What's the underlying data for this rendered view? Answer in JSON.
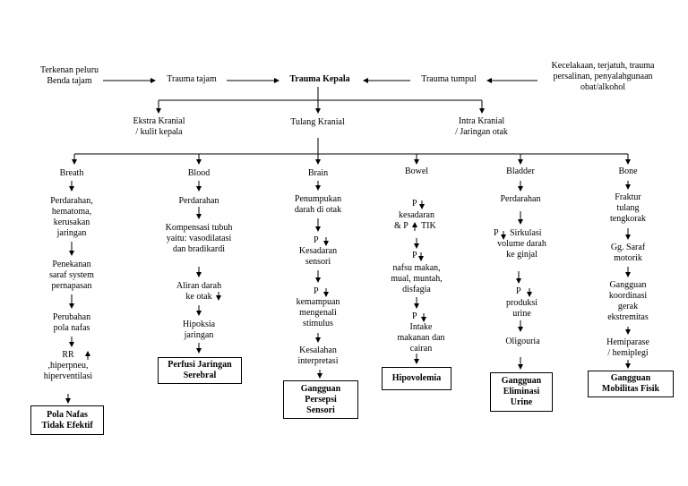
{
  "diagram": {
    "top": {
      "causes_left": "Terkenan peluru\nBenda tajam",
      "trauma_tajam": "Trauma tajam",
      "trauma_kepala": "Trauma Kepala",
      "trauma_tumpul": "Trauma tumpul",
      "causes_right": "Kecelakaan, terjatuh, trauma\npersalinan, penyalahgunaan\nobat/alkohol"
    },
    "level2": {
      "ekstra": "Ekstra Kranial\n/ kulit kepala",
      "tulang": "Tulang Kranial",
      "intra": "Intra Kranial\n/ Jaringan otak"
    },
    "columns": {
      "breath": {
        "title": "Breath",
        "s1": "Perdarahan,\nhematoma,\nkerusakan\njaringan",
        "s2": "Penekanan\nsaraf system\npernapasan",
        "s3": "Perubahan\npola nafas",
        "s4": "RR\n,hiperpneu,\nhiperventilasi",
        "dx": "Pola Nafas\nTidak Efektif"
      },
      "blood": {
        "title": "Blood",
        "s1": "Perdarahan",
        "s2": "Kompensasi tubuh\nyaitu: vasodilatasi\ndan bradikardi",
        "s3": "Aliran darah\nke otak",
        "s4": "Hipoksia\njaringan",
        "dx": "Perfusi Jaringan\nSerebral"
      },
      "brain": {
        "title": "Brain",
        "s1": "Penumpukan\ndarah di otak",
        "s2a": "P",
        "s2b": "Kesadaran\nsensori",
        "s3a": "P",
        "s3b": "kemampuan\nmengenali\nstimulus",
        "s4": "Kesalahan\ninterpretasi",
        "dx": "Gangguan\nPersepsi\nSensori"
      },
      "bowel": {
        "title": "Bowel",
        "s1a": "P",
        "s1b": "kesadaran",
        "s1c": "& P",
        "s1d": "TIK",
        "s2a": "P",
        "s2b": "nafsu makan,\nmual, muntah,\ndisfagia",
        "s3a": "P",
        "s3b": "Intake\nmakanan dan\ncairan",
        "dx": "Hipovolemia"
      },
      "bladder": {
        "title": "Bladder",
        "s1": "Perdarahan",
        "s2a": "P",
        "s2b": "Sirkulasi",
        "s2c": "volume darah\nke ginjal",
        "s3a": "P",
        "s3b": "produksi\nurine",
        "s4": "Oligouria",
        "dx": "Gangguan\nEliminasi\nUrine"
      },
      "bone": {
        "title": "Bone",
        "s1": "Fraktur\ntulang\ntengkorak",
        "s2": "Gg. Saraf\nmotorik",
        "s3": "Gangguan\nkoordinasi\ngerak\nekstremitas",
        "s4": "Hemiparase\n/ hemiplegi",
        "dx": "Gangguan\nMobilitas Fisik"
      }
    }
  }
}
